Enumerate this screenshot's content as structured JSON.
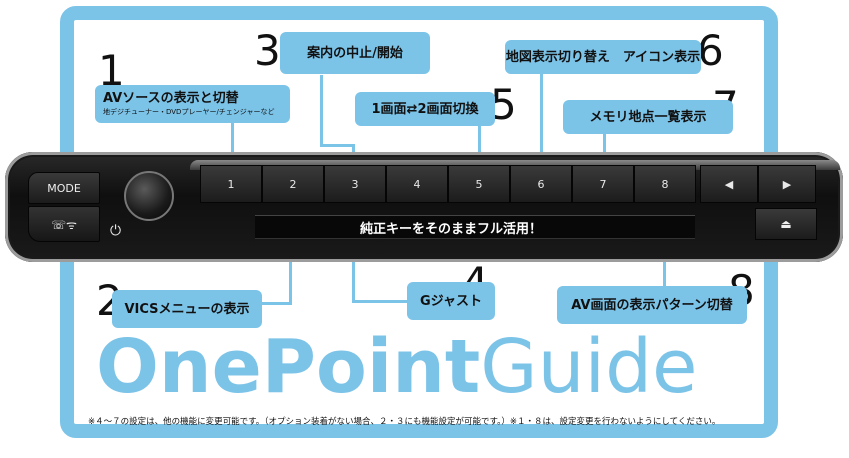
{
  "title_bold": "OnePoint",
  "title_light": "Guide",
  "labels": {
    "n1": "1",
    "l1": "AVソースの表示と切替",
    "l1_sub": "地デジチューナー・DVDプレーヤー/チェンジャーなど",
    "n2": "2",
    "l2": "VICSメニューの表示",
    "n3": "3",
    "l3": "案内の中止/開始",
    "n4": "4",
    "l4": "Gジャスト",
    "n5": "5",
    "l5": "1画面⇄2画面切換",
    "n6": "6",
    "l6": "地図表示切り替え　アイコン表示",
    "n7": "7",
    "l7": "メモリ地点一覧表示",
    "n8": "8",
    "l8": "AV画面の表示パターン切替"
  },
  "device": {
    "mode": "MODE",
    "keys": [
      "1",
      "2",
      "3",
      "4",
      "5",
      "6",
      "7",
      "8"
    ],
    "left_arrow": "◀",
    "right_arrow": "▶",
    "eject": "⏏",
    "power": "⏻",
    "phone": "☏ᯤ",
    "slogan": "純正キーをそのままフル活用！"
  },
  "note": "※４～７の設定は、他の機能に変更可能です。（オプション装着がない場合、２・３にも機能設定が可能です。）※１・８は、設定変更を行わないようにしてください。",
  "colors": {
    "accent": "#7cc3e8"
  }
}
